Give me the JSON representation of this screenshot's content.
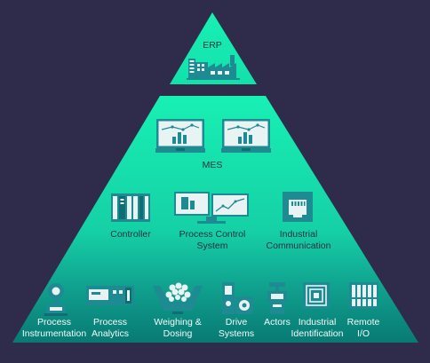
{
  "colors": {
    "background": "#2e2c4a",
    "pyramid_top": "#18f0b4",
    "pyramid_bottom": "#087a74",
    "icon_teal": "#1e8a92",
    "icon_light": "#e8f3f4",
    "label_dark": "#1e2f3c",
    "label_light": "#f2fbfa"
  },
  "levels": {
    "erp": {
      "title": "ERP",
      "icon": "factory-icon"
    },
    "mes": {
      "title": "MES",
      "icon": "dashboard-monitor-icon"
    },
    "control": [
      {
        "label_lines": [
          "Controller"
        ],
        "icon": "controller-icon"
      },
      {
        "label_lines": [
          "Process Control",
          "System"
        ],
        "icon": "workstation-icon"
      },
      {
        "label_lines": [
          "Industrial",
          "Communication"
        ],
        "icon": "network-port-icon"
      }
    ],
    "field": [
      {
        "label_lines": [
          "Process",
          "Instrumentation"
        ],
        "icon": "instrument-icon"
      },
      {
        "label_lines": [
          "Process",
          "Analytics"
        ],
        "icon": "analyzer-icon"
      },
      {
        "label_lines": [
          "Weighing &",
          "Dosing"
        ],
        "icon": "weighing-hopper-icon"
      },
      {
        "label_lines": [
          "Drive",
          "Systems"
        ],
        "icon": "drive-icon"
      },
      {
        "label_lines": [
          "Actors"
        ],
        "icon": "actuator-icon"
      },
      {
        "label_lines": [
          "Industrial",
          "Identification"
        ],
        "icon": "rfid-tag-icon"
      },
      {
        "label_lines": [
          "Remote",
          "I/O"
        ],
        "icon": "remote-io-icon"
      }
    ]
  }
}
